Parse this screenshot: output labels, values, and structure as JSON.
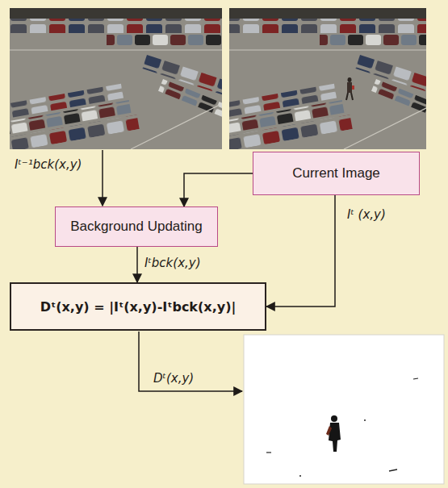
{
  "diagram": {
    "nodes": [
      {
        "text": [
          "Current Image"
        ]
      },
      {
        "text": [
          "Background Updating"
        ]
      },
      {
        "text": [
          "Dᵗ(x,y) = |Iᵗ(x,y)-Iᵗbck(x,y)|"
        ]
      }
    ],
    "edges": [
      {
        "from": 0,
        "to": 1,
        "arrow": "to"
      },
      {
        "from": 0,
        "to": 2,
        "label": "Iᵗ (x,y)",
        "arrow": "to"
      },
      {
        "from": 1,
        "to": 2,
        "label": "Iᵗbck(x,y)",
        "arrow": "to"
      }
    ],
    "labels": [
      "Iᵗ⁻¹bck(x,y)",
      "Dᵗ(x,y)"
    ]
  }
}
